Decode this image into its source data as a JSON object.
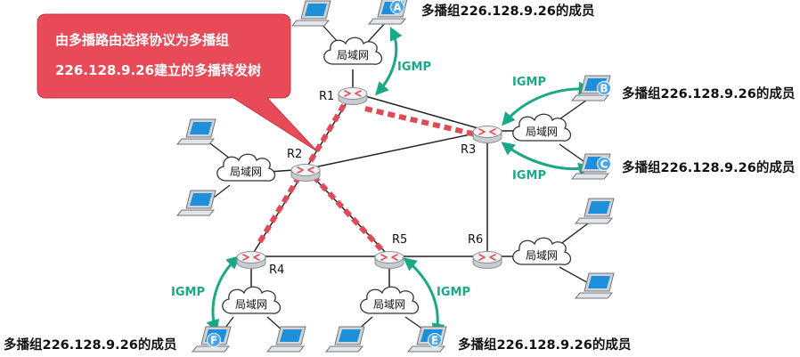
{
  "callout": {
    "line1": "由多播路由选择协议为多播组",
    "line2": "226.128.9.26建立的多播转发树"
  },
  "routers": {
    "r1": "R1",
    "r2": "R2",
    "r3": "R3",
    "r4": "R4",
    "r5": "R5",
    "r6": "R6"
  },
  "lan_label": "局域网",
  "igmp_label": "IGMP",
  "member_label": "多播组226.128.9.26的成员",
  "hosts": {
    "a": "A",
    "b": "B",
    "c": "C",
    "e": "E",
    "f": "F"
  },
  "colors": {
    "tree": "#e04a57",
    "igmp": "#1aa886",
    "callout": "#e84a58",
    "link": "#222222",
    "host_badge": "#4aa6e8"
  }
}
